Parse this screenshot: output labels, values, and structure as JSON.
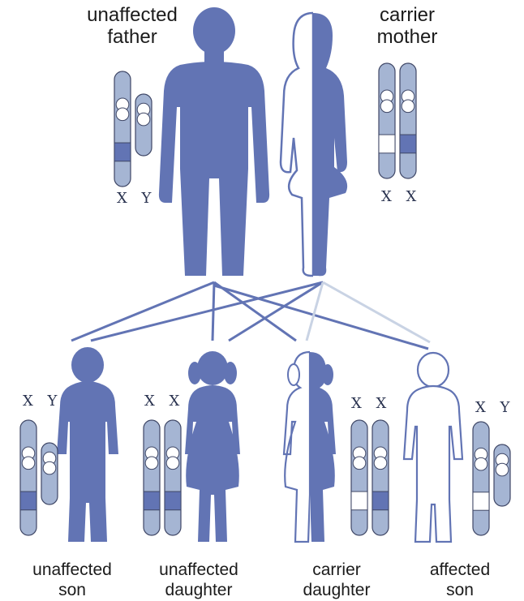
{
  "colors": {
    "silhouette": "#6274b4",
    "chromosome": "#a5b5d3",
    "chromosome_dark": "#6274b4",
    "outline": "#3f4766",
    "line_dark": "#6274b4",
    "line_light": "#c9d3e4"
  },
  "parents": {
    "father": {
      "label_line1": "unaffected",
      "label_line2": "father",
      "chromosomes": "X Y"
    },
    "mother": {
      "label_line1": "carrier",
      "label_line2": "mother",
      "chromosomes": "X X"
    }
  },
  "children": [
    {
      "label_line1": "unaffected",
      "label_line2": "son",
      "chromosomes": "X Y"
    },
    {
      "label_line1": "unaffected",
      "label_line2": "daughter",
      "chromosomes": "X X"
    },
    {
      "label_line1": "carrier",
      "label_line2": "daughter",
      "chromosomes": "X X"
    },
    {
      "label_line1": "affected",
      "label_line2": "son",
      "chromosomes": "X Y"
    }
  ]
}
